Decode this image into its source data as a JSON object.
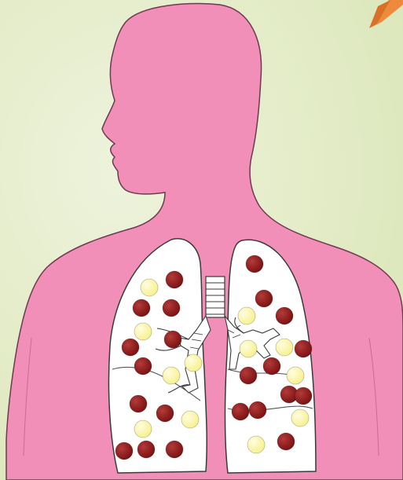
{
  "colors": {
    "background_light": "#eef3dc",
    "background_dark": "#dbe6b8",
    "body": "#f28fb8",
    "body_outline": "#6b3b4f",
    "lung_fill": "#ffffff",
    "lung_outline": "#3a3a3a",
    "nodule_dark": "#7a1010",
    "nodule_yellow": "#f7f08a",
    "arrow": "#ef8a3c"
  },
  "icons": {
    "corner_arrow": "arrow-icon"
  },
  "lungs": {
    "left_dark_nodules": 11,
    "left_yellow_nodules": 6,
    "right_dark_nodules": 11,
    "right_yellow_nodules": 6
  }
}
